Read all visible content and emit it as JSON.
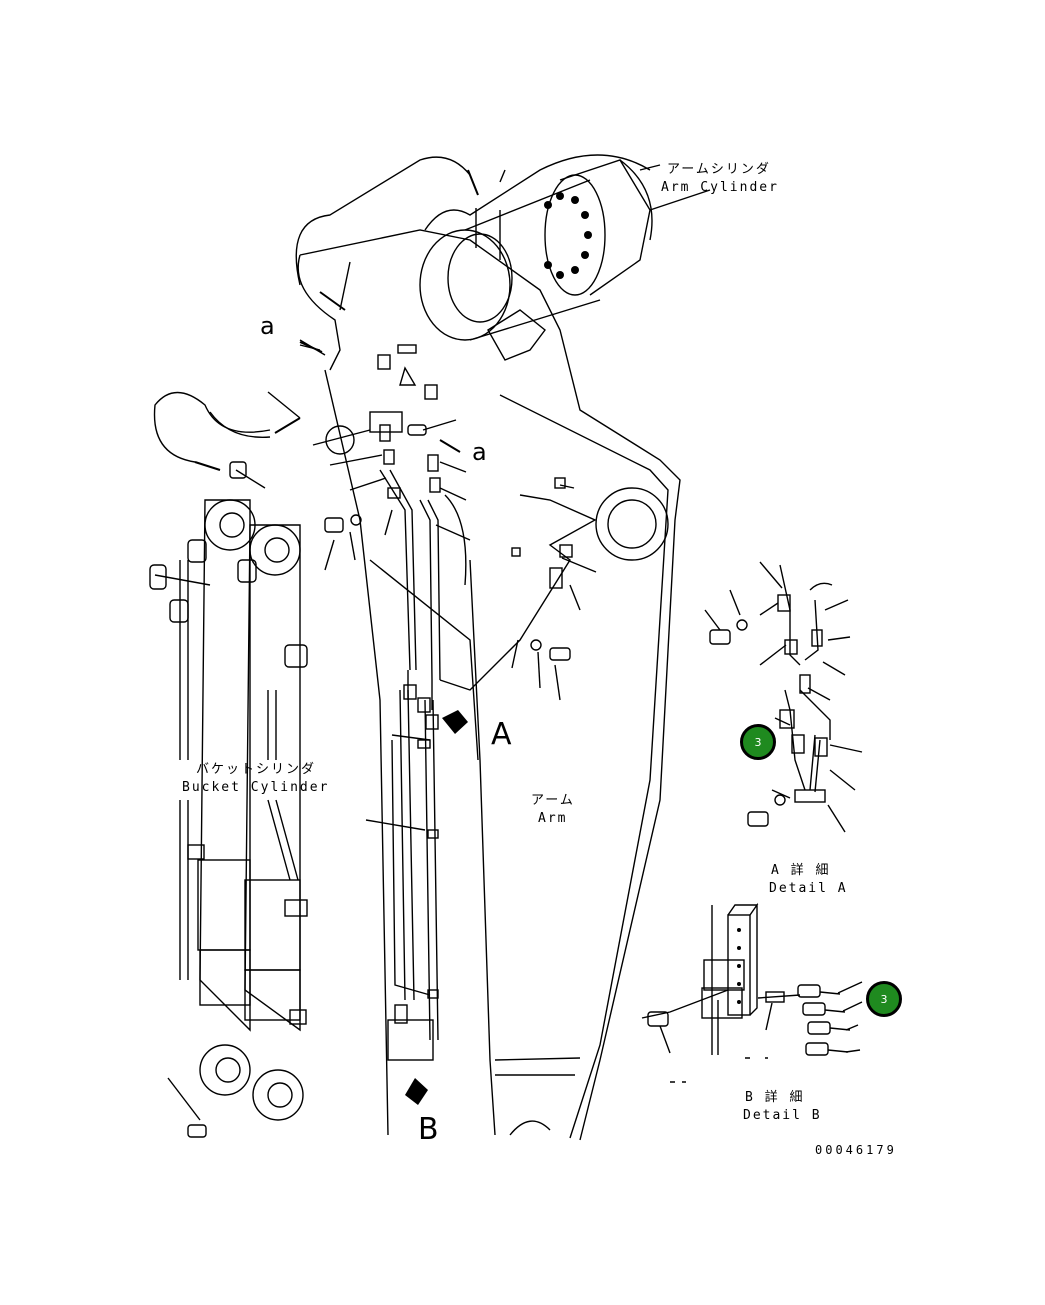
{
  "labels": {
    "arm_cylinder_jp": "アームシリンダ",
    "arm_cylinder_en": "Arm Cylinder",
    "bucket_cylinder_jp": "バケットシリンダ",
    "bucket_cylinder_en": "Bucket Cylinder",
    "arm_jp": "アーム",
    "arm_en": "Arm",
    "detail_a_jp": "A 詳 細",
    "detail_a_en": "Detail A",
    "detail_b_jp": "B 詳 細",
    "detail_b_en": "Detail B",
    "view_a": "A",
    "view_b": "B",
    "ref_a_top": "a",
    "ref_a_right": "a",
    "drawing_number": "00046179"
  },
  "callouts": [
    {
      "id": "callout-detail-a",
      "number": "3",
      "color": "#1f8a1f"
    },
    {
      "id": "callout-detail-b",
      "number": "3",
      "color": "#1f8a1f"
    }
  ]
}
